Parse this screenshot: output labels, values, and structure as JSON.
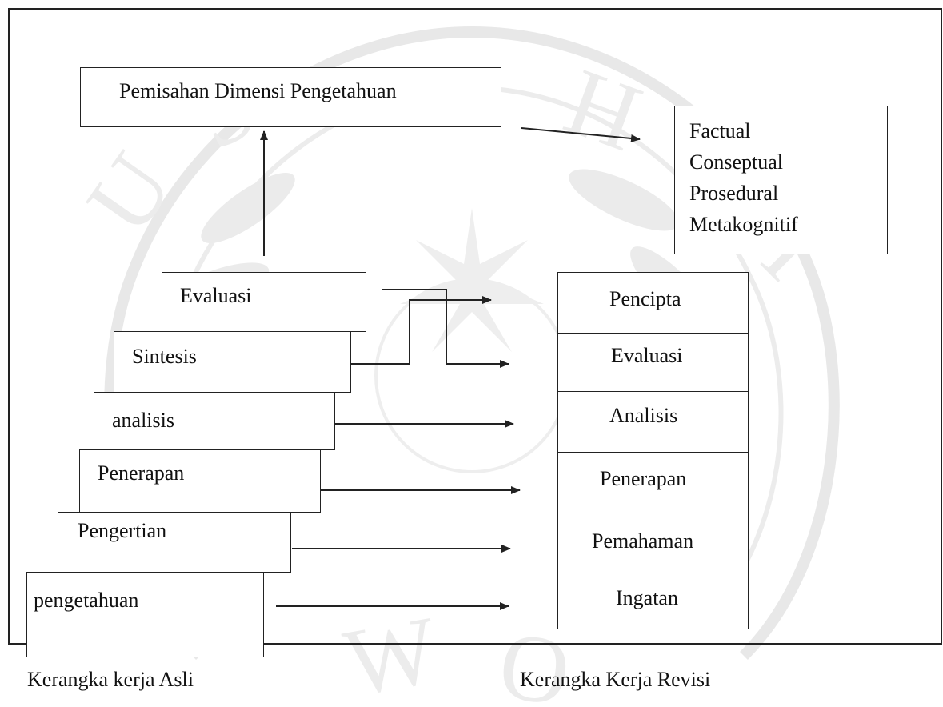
{
  "diagram": {
    "top_box": {
      "label": "Pemisahan Dimensi Pengetahuan"
    },
    "knowledge_types": [
      "Factual",
      "Conseptual",
      "Prosedural",
      "Metakognitif"
    ],
    "original_levels": [
      "Evaluasi",
      "Sintesis",
      "analisis",
      "Penerapan",
      "Pengertian",
      "pengetahuan"
    ],
    "revised_levels": [
      "Pencipta",
      "Evaluasi",
      "Analisis",
      "Penerapan",
      "Pemahaman",
      "Ingatan"
    ],
    "captions": {
      "left": "Kerangka kerja Asli",
      "right": "Kerangka Kerja Revisi"
    }
  },
  "watermark": {
    "arc_top": "UNIVERSITAS MUHAMMADIYAH",
    "arc_bottom": "PURWOKERTO",
    "color": "#e6e6e6"
  },
  "colors": {
    "line": "#222222",
    "text": "#111111",
    "background": "#ffffff"
  }
}
